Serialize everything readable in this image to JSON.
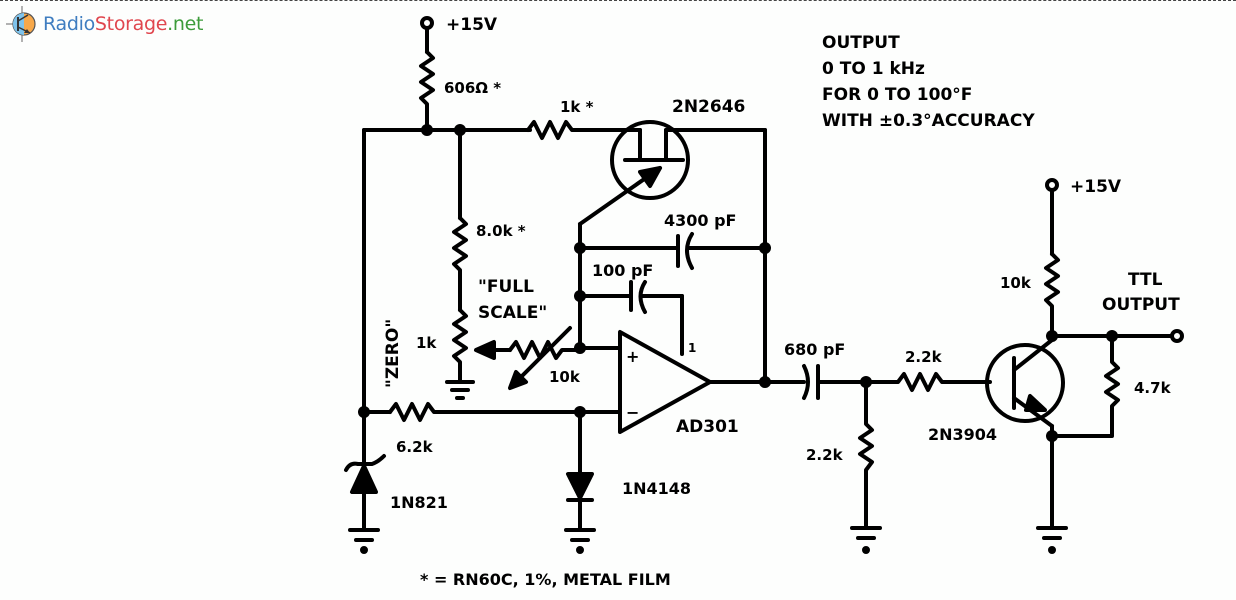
{
  "site": {
    "logo_part1": "Radio",
    "logo_part2": "Storage",
    "logo_part3": ".net",
    "colors": {
      "blue": "#3f7dc0",
      "red": "#e0464e",
      "green": "#3c9b3a",
      "icon_fill": "#f7a84a",
      "icon_ring": "#7ec3ec"
    }
  },
  "schematic": {
    "title": "Temperature to frequency converter",
    "notes": {
      "output_lines": [
        "OUTPUT",
        "0 TO 1 kHz",
        "FOR 0 TO 100°F",
        "WITH ±0.3°ACCURACY"
      ],
      "footnote": "* = RN60C, 1%, METAL FILM"
    },
    "supply_labels": [
      "+15V",
      "+15V"
    ],
    "components": {
      "r_606": "606Ω *",
      "r_1k_star": "1k *",
      "ujt": "2N2646",
      "r_8k": "8.0k *",
      "c_4300": "4300 pF",
      "c_100": "100 pF",
      "full_scale": [
        "\"FULL",
        "SCALE\""
      ],
      "zero": "\"ZERO\"",
      "pot_1k": "1k",
      "pot_10k": "10k",
      "opamp": "AD301",
      "opamp_pin": "1",
      "opamp_plus": "+",
      "opamp_minus": "−",
      "r_6_2k": "6.2k",
      "zener": "1N821",
      "diode": "1N4148",
      "c_680": "680 pF",
      "r_2_2k_series": "2.2k",
      "r_2_2k_shunt": "2.2k",
      "transistor": "2N3904",
      "r_10k": "10k",
      "r_4_7k": "4.7k",
      "ttl_output": [
        "TTL",
        "OUTPUT"
      ]
    }
  }
}
